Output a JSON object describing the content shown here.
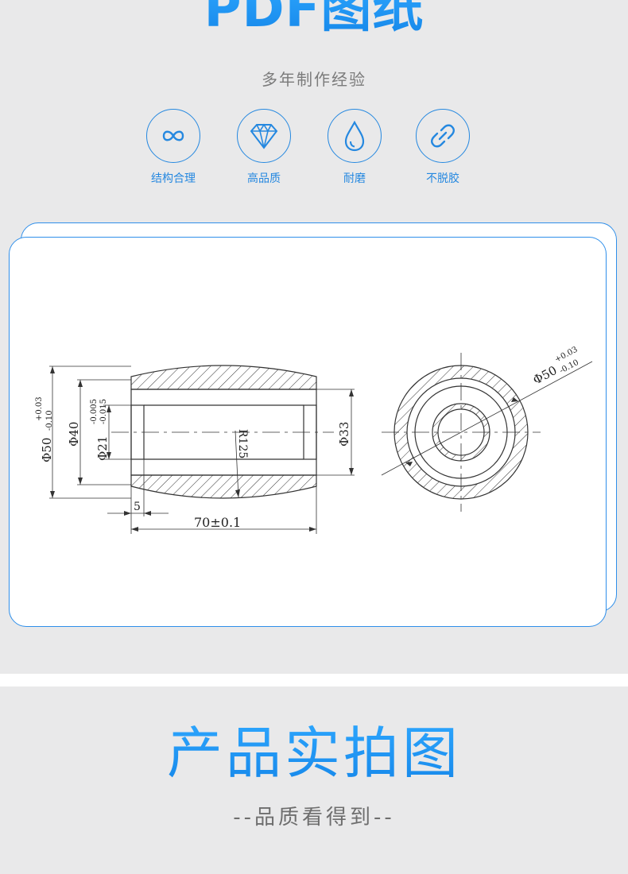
{
  "section_top": {
    "title": "PDF图纸",
    "subtitle": "多年制作经验",
    "features": [
      {
        "icon": "infinity-icon",
        "label": "结构合理"
      },
      {
        "icon": "diamond-icon",
        "label": "高品质"
      },
      {
        "icon": "drop-icon",
        "label": "耐磨"
      },
      {
        "icon": "link-icon",
        "label": "不脱胶"
      }
    ]
  },
  "drawing": {
    "dim_outer": "Φ50",
    "dim_outer_tol_upper": "+0.03",
    "dim_outer_tol_lower": "-0.10",
    "dim_d40": "Φ40",
    "dim_inner": "Φ21",
    "dim_inner_tol_upper": "-0.005",
    "dim_inner_tol_lower": "-0.015",
    "dim_d33": "Φ33",
    "dim_radius": "R125",
    "dim_step": "5",
    "dim_length": "70±0.1",
    "dim_end_outer": "Φ50",
    "dim_end_tol_upper": "+0.03",
    "dim_end_tol_lower": "-0.10"
  },
  "section_bottom": {
    "title": "产品实拍图",
    "subtitle": "--品质看得到--"
  },
  "colors": {
    "accent": "#2588e0",
    "line": "#333333"
  }
}
